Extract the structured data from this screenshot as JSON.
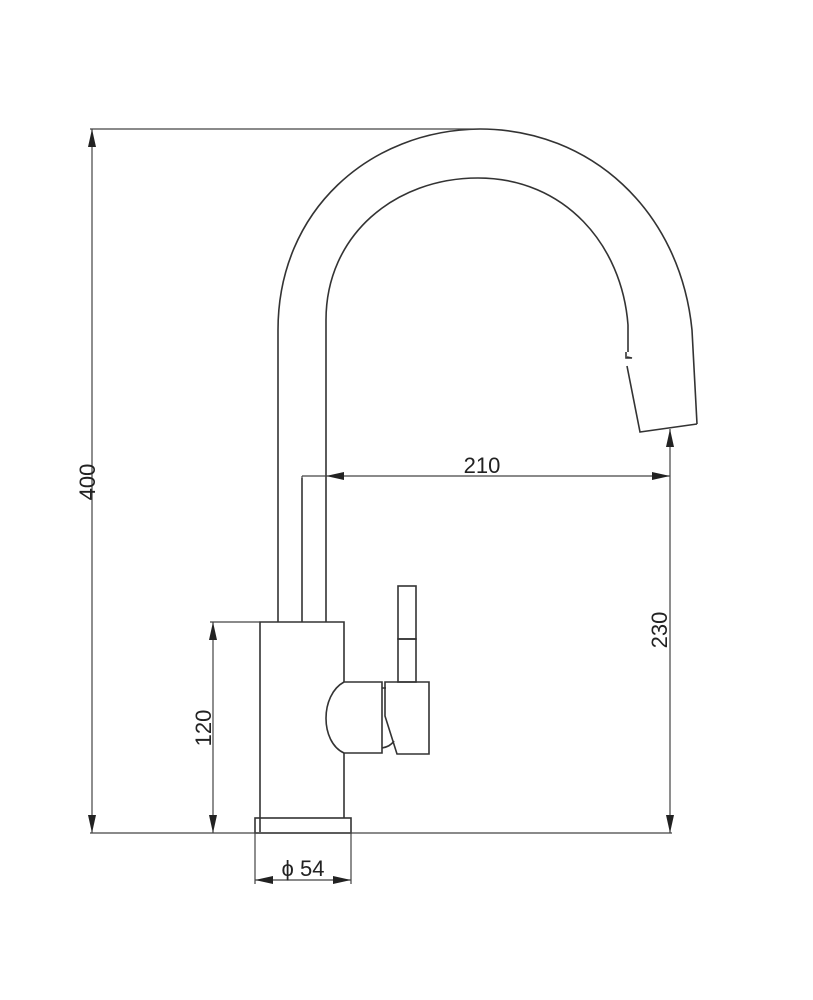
{
  "drawing": {
    "subject": "kitchen faucet side elevation",
    "line_color": "#333333",
    "background": "#ffffff"
  },
  "dimensions": {
    "overall_height": "400",
    "spout_reach": "210",
    "spout_outlet_height": "230",
    "body_height": "120",
    "base_diameter": "ϕ 54"
  }
}
